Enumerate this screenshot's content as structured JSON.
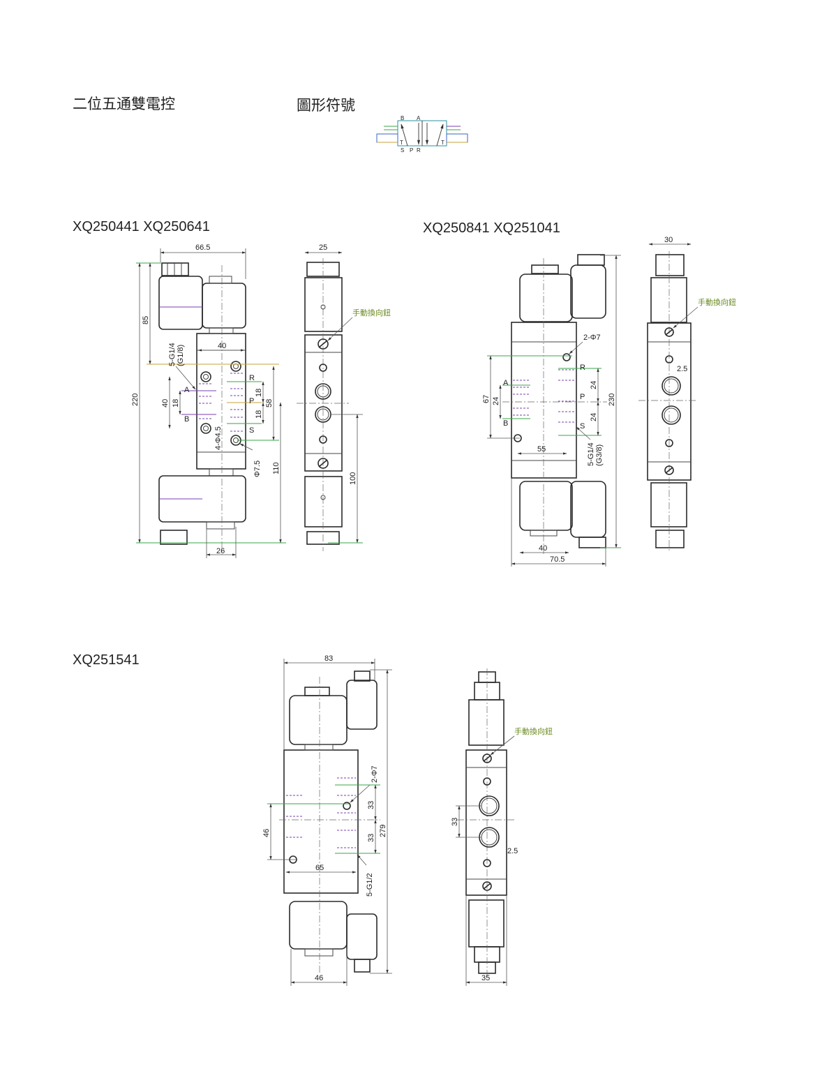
{
  "header": {
    "title": "二位五通雙電控",
    "symbol_title": "圖形符號"
  },
  "symbol": {
    "top_labels": [
      "B",
      "A"
    ],
    "bottom_labels": [
      "S",
      "P",
      "R"
    ],
    "tank_labels": [
      "T",
      "T"
    ]
  },
  "section1": {
    "models": "XQ250441  XQ250641",
    "front": {
      "width": "66.5",
      "height_coil": "85",
      "total": "220",
      "body_width": "40",
      "port": "5-G1/4",
      "port_alt": "(G1/8)",
      "ports": {
        "A": "A",
        "B": "B",
        "R": "R",
        "P": "P",
        "S": "S"
      },
      "ab_spacing": "40",
      "a_offset": "18",
      "rp": "18",
      "ps": "18",
      "rs": "58",
      "holes": "4-Φ4.5",
      "counterbore": "Φ7.5",
      "lower": "110",
      "bottom_width": "26"
    },
    "side": {
      "width": "25",
      "manual_button": "手動換向鈕",
      "lower": "100"
    }
  },
  "section2": {
    "models": "XQ250841  XQ251041",
    "front": {
      "holes": "2-Φ7",
      "ports": {
        "R": "R",
        "P": "P",
        "S": "S",
        "A": "A",
        "B": "B"
      },
      "mount": "67",
      "ab": "24",
      "rp": "24",
      "ps": "24",
      "total": "230",
      "hole_spacing": "55",
      "port": "5-G1/4",
      "port_alt": "(G3/8)",
      "coil_width": "40",
      "width": "70.5"
    },
    "side": {
      "width": "30",
      "manual_button": "手動換向鈕",
      "offset": "2.5"
    }
  },
  "section3": {
    "models": "XQ251541",
    "front": {
      "width": "83",
      "holes": "2-Φ7",
      "rp": "33",
      "ps": "33",
      "total": "279",
      "mount": "46",
      "hole_spacing": "65",
      "port": "5-G1/2",
      "coil_width": "46"
    },
    "side": {
      "manual_button": "手動換向鈕",
      "spacing": "33",
      "offset": "2.5",
      "width": "35"
    }
  }
}
